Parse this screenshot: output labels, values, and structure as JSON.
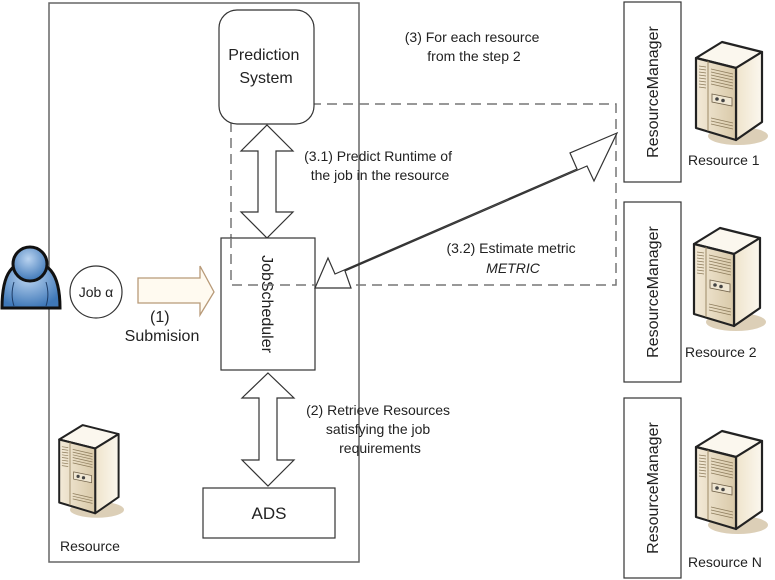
{
  "components": {
    "prediction_system": [
      "Prediction",
      "System"
    ],
    "job_scheduler": "JobScheduler",
    "ads": "ADS",
    "job": "Job α",
    "local_resource": "Resource"
  },
  "steps": {
    "submission": [
      "(1)",
      "Submision"
    ],
    "retrieve": [
      "(2) Retrieve Resources",
      "satisfying the job",
      "requirements"
    ],
    "for_each": [
      "(3) For each resource",
      "from the step 2"
    ],
    "predict": [
      "(3.1) Predict Runtime of",
      "the job in the resource"
    ],
    "estimate": [
      "(3.2) Estimate metric",
      "METRIC"
    ]
  },
  "resource_managers": [
    {
      "manager_label": "ResourceManager",
      "resource_label": "Resource 1"
    },
    {
      "manager_label": "ResourceManager",
      "resource_label": "Resource 2"
    },
    {
      "manager_label": "ResourceManager",
      "resource_label": "Resource N"
    }
  ],
  "colors": {
    "user_fill": "#5b8fc9",
    "server_fill": "#e8dcc4",
    "submission_arrow_stroke": "#b89a78",
    "submission_arrow_fill": "#fffaf0",
    "border": "#555555",
    "dashed": "#777777"
  }
}
